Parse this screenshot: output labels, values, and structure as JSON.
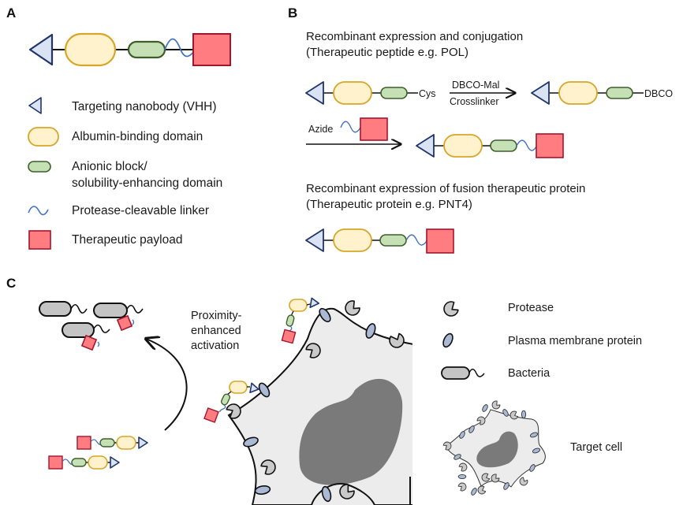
{
  "figure": {
    "panel_a": {
      "label": "A",
      "legend": [
        {
          "icon": "targeting-nanobody-triangle",
          "text": "Targeting nanobody (VHH)"
        },
        {
          "icon": "albumin-binding-domain-pill",
          "text": "Albumin-binding domain"
        },
        {
          "icon": "anionic-block-pill",
          "text": "Anionic block/",
          "text2": "solubility-enhancing domain"
        },
        {
          "icon": "protease-cleavable-linker-wave",
          "text": "Protease-cleavable linker"
        },
        {
          "icon": "therapeutic-payload-square",
          "text": "Therapeutic payload"
        }
      ]
    },
    "panel_b": {
      "label": "B",
      "section1_title": "Recombinant expression and conjugation",
      "section1_subtitle": "(Therapeutic peptide e.g. POL)",
      "cys_label": "Cys",
      "reagent_top": "DBCO-Mal",
      "reagent_bottom": "Crosslinker",
      "dbco_label": "DBCO",
      "azide_label": "Azide",
      "section2_title": "Recombinant expression of fusion therapeutic protein",
      "section2_subtitle": "(Therapeutic protein e.g. PNT4)"
    },
    "panel_c": {
      "label": "C",
      "activation_text": [
        "Proximity-",
        "enhanced",
        "activation"
      ],
      "legend": [
        {
          "icon": "protease-icon",
          "text": "Protease"
        },
        {
          "icon": "plasma-membrane-protein-icon",
          "text": "Plasma membrane protein"
        },
        {
          "icon": "bacteria-icon",
          "text": "Bacteria"
        },
        {
          "icon": "target-cell-icon",
          "text": "Target cell"
        }
      ]
    },
    "colors": {
      "nanobody_fill": "#dae3f3",
      "nanobody_stroke": "#1f3468",
      "albumin_fill": "#fff2cc",
      "albumin_stroke": "#d6a629",
      "anionic_fill": "#c5e0b4",
      "anionic_stroke": "#3e5e2a",
      "linker": "#4472c4",
      "payload_fill": "#ff7c80",
      "payload_stroke": "#a3142d",
      "protease_fill": "#c9c9c9",
      "membrane_protein_fill": "#aab9d4",
      "cell_fill": "#ececec",
      "nucleus_fill": "#7a7a7a",
      "bacteria_fill": "#c4c4c4"
    }
  }
}
